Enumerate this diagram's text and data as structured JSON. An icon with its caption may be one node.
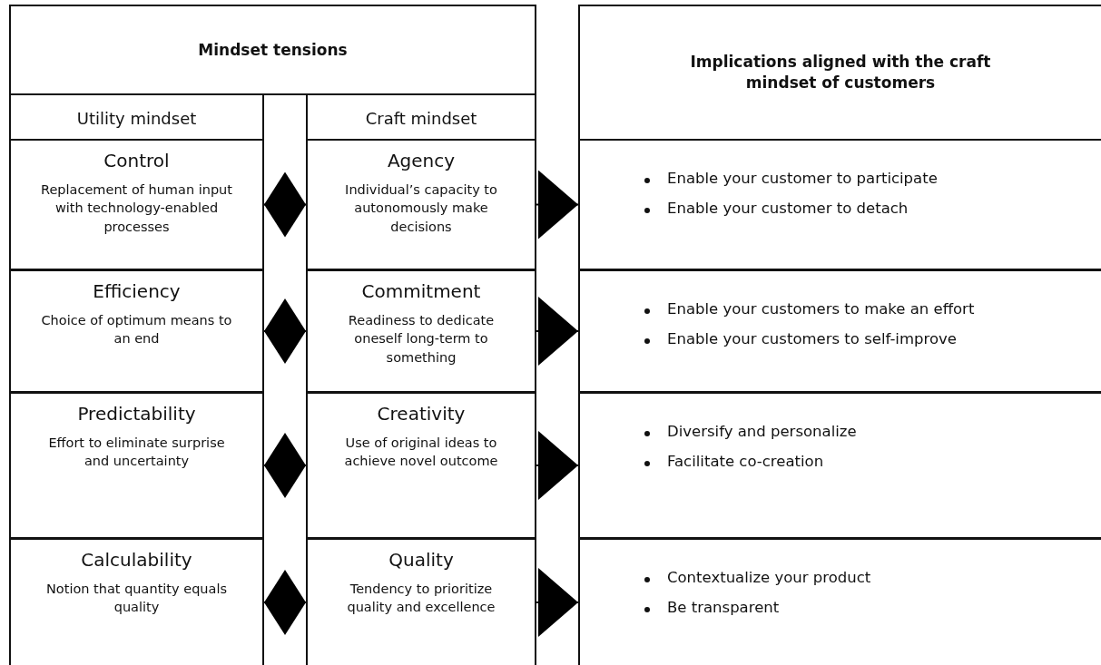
{
  "diagram": {
    "nodes": [
      {
        "text": [
          "Mindset tensions"
        ]
      },
      {
        "text": [
          "Utility mindset"
        ],
        "in": 0
      },
      {
        "text": [
          "Control",
          "Replacement of human input with technology-enabled processes"
        ],
        "in": 1
      },
      {
        "text": [
          "Efficiency",
          "Choice of optimum means to an end"
        ],
        "in": 1
      },
      {
        "text": [
          "Predictability",
          "Effort to eliminate surprise and uncertainty"
        ],
        "in": 1
      },
      {
        "text": [
          "Calculability",
          "Notion that quantity equals quality"
        ],
        "in": 1
      },
      {
        "text": [
          "Craft mindset"
        ],
        "in": 0
      },
      {
        "text": [
          "Agency",
          "Individual’s capacity to autonomously make decisions"
        ],
        "in": 6
      },
      {
        "text": [
          "Commitment",
          "Readiness to dedicate oneself long-term to something"
        ],
        "in": 6
      },
      {
        "text": [
          "Creativity",
          "Use of original ideas to achieve novel outcome"
        ],
        "in": 6
      },
      {
        "text": [
          "Quality",
          "Tendency to prioritize quality and excellence"
        ],
        "in": 6
      },
      {
        "text": [
          "Implications aligned with the craft mindset of customers"
        ]
      },
      {
        "text": [
          "Enable your customer to participate",
          "Enable your customer to detach"
        ],
        "in": 11
      },
      {
        "text": [
          "Enable your customers to make an effort",
          "Enable your customers to self-improve"
        ],
        "in": 11
      },
      {
        "text": [
          "Diversify and personalize",
          "Facilitate co-creation"
        ],
        "in": 11
      },
      {
        "text": [
          "Contextualize your product",
          "Be transparent"
        ],
        "in": 11
      }
    ],
    "edges": [
      {
        "from": 2,
        "to": 7,
        "arrow": "both"
      },
      {
        "from": 3,
        "to": 8,
        "arrow": "both"
      },
      {
        "from": 4,
        "to": 9,
        "arrow": "both"
      },
      {
        "from": 5,
        "to": 10,
        "arrow": "both"
      },
      {
        "from": 7,
        "to": 12,
        "arrow": "to"
      },
      {
        "from": 8,
        "to": 13,
        "arrow": "to"
      },
      {
        "from": 9,
        "to": 14,
        "arrow": "to"
      },
      {
        "from": 10,
        "to": 15,
        "arrow": "to"
      }
    ]
  }
}
